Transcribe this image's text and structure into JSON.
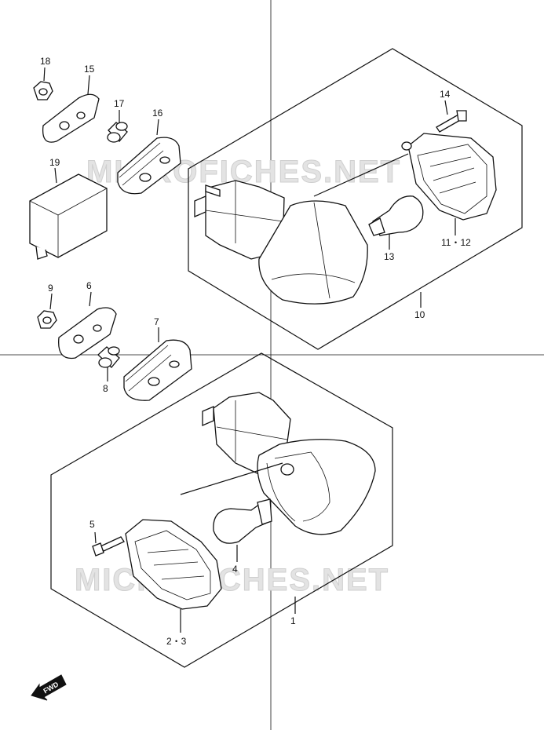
{
  "watermark": "MICROFICHES.NET",
  "fwd_label": "FWD",
  "callouts": {
    "p18": "18",
    "p15": "15",
    "p17": "17",
    "p16": "16",
    "p19": "19",
    "p14": "14",
    "p11_12": "11・12",
    "p13": "13",
    "p10": "10",
    "p9": "9",
    "p6": "6",
    "p7": "7",
    "p8": "8",
    "p5": "5",
    "p4": "4",
    "p1": "1",
    "p2_3": "2・3"
  }
}
